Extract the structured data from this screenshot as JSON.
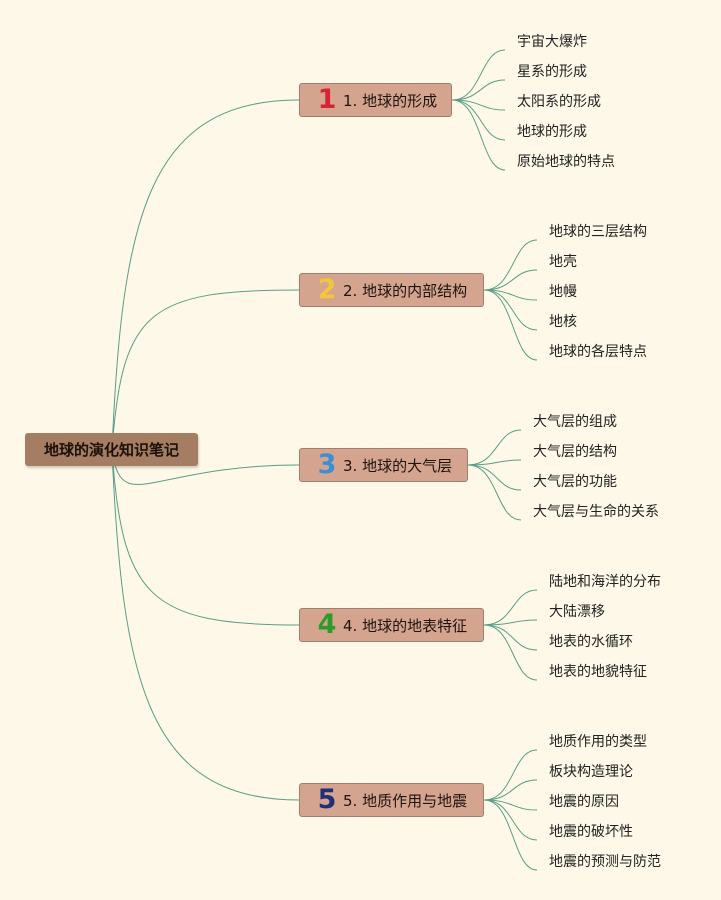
{
  "root": {
    "label": "地球的演化知识笔记"
  },
  "branches": [
    {
      "number": "1",
      "number_color": "#d62434",
      "label": "1. 地球的形成",
      "leaves": [
        "宇宙大爆炸",
        "星系的形成",
        "太阳系的形成",
        "地球的形成",
        "原始地球的特点"
      ]
    },
    {
      "number": "2",
      "number_color": "#f2c63a",
      "label": "2. 地球的内部结构",
      "leaves": [
        "地球的三层结构",
        "地壳",
        "地幔",
        "地核",
        "地球的各层特点"
      ]
    },
    {
      "number": "3",
      "number_color": "#3a8fd6",
      "label": "3. 地球的大气层",
      "leaves": [
        "大气层的组成",
        "大气层的结构",
        "大气层的功能",
        "大气层与生命的关系"
      ]
    },
    {
      "number": "4",
      "number_color": "#2e9a2a",
      "label": "4. 地球的地表特征",
      "leaves": [
        "陆地和海洋的分布",
        "大陆漂移",
        "地表的水循环",
        "地表的地貌特征"
      ]
    },
    {
      "number": "5",
      "number_color": "#1f2f7a",
      "label": "5. 地质作用与地震",
      "leaves": [
        "地质作用的类型",
        "板块构造理论",
        "地震的原因",
        "地震的破坏性",
        "地震的预测与防范"
      ]
    }
  ],
  "colors": {
    "connector": "#5a9e85",
    "background": "#fdf8e8"
  }
}
